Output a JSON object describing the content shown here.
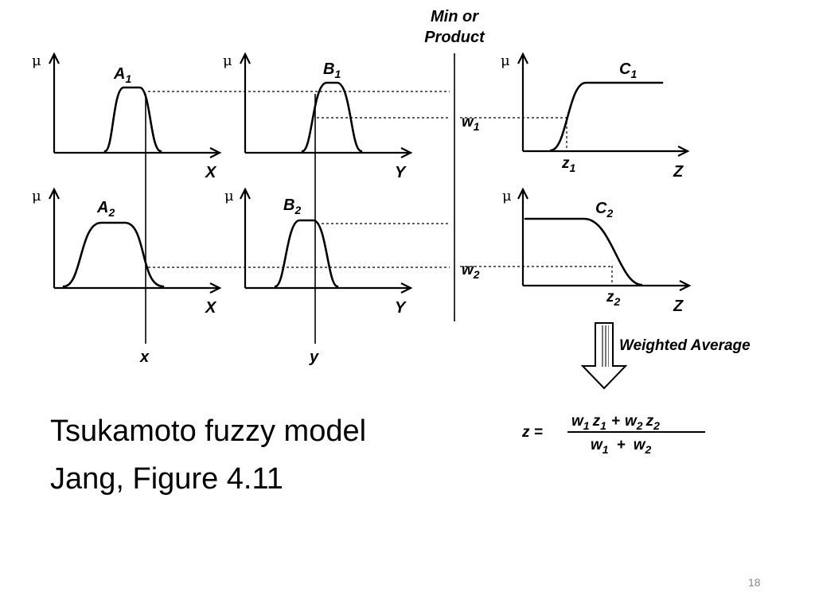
{
  "slide": {
    "caption_line1": "Tsukamoto fuzzy model",
    "caption_line2": "Jang, Figure 4.11",
    "page_number": "18"
  },
  "figure": {
    "min_or": "Min or",
    "product": "Product",
    "mu": "μ",
    "axis_X": "X",
    "axis_Y": "Y",
    "axis_Z": "Z",
    "A": "A",
    "B": "B",
    "C": "C",
    "w": "w",
    "z": "z",
    "sub1": "1",
    "sub2": "2",
    "input_x": "x",
    "input_y": "y",
    "weighted_average": "Weighted Average",
    "formula_lhs": "z =",
    "formula_plus": "+"
  }
}
